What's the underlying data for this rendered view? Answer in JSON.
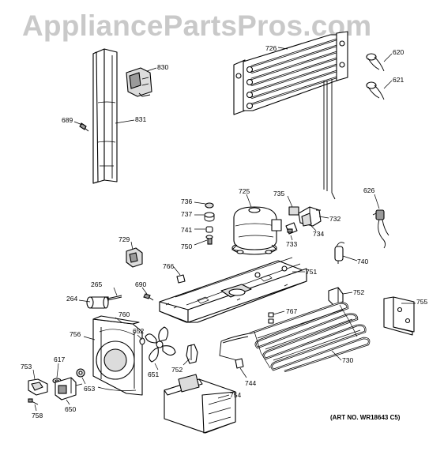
{
  "watermark": "AppliancePartsPros.com",
  "art_number": "(ART NO. WR18643 C5)",
  "parts": [
    "726",
    "620",
    "621",
    "830",
    "689",
    "831",
    "736",
    "725",
    "735",
    "732",
    "737",
    "741",
    "750",
    "733",
    "734",
    "626",
    "729",
    "766",
    "751",
    "740",
    "265",
    "690",
    "752",
    "264",
    "767",
    "755",
    "760",
    "756",
    "652",
    "730",
    "617",
    "753",
    "651",
    "752",
    "744",
    "653",
    "754",
    "650",
    "758"
  ]
}
